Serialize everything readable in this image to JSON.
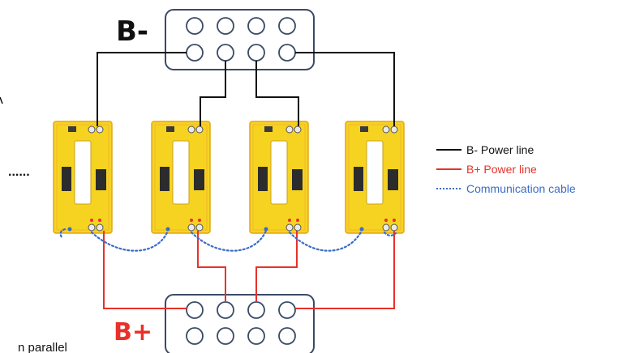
{
  "labels": {
    "b_minus": "B-",
    "b_plus": "B+",
    "ellipsis": "......",
    "caption_fragment": "n parallel"
  },
  "legend": [
    {
      "text": "B- Power line",
      "color": "#111111",
      "style": "solid"
    },
    {
      "text": "B+ Power line",
      "color": "#e8312a",
      "style": "solid"
    },
    {
      "text": "Communication cable",
      "color": "#3a6cc8",
      "style": "dotted"
    }
  ],
  "colors": {
    "b_minus_line": "#111111",
    "b_plus_line": "#e8312a",
    "comm_cable": "#3a6cc8",
    "busbar_border": "#3b4a66",
    "module_body": "#f6d321",
    "module_edge": "#e3a51a",
    "legend_comm_text": "#3a6cc8",
    "legend_plus_text": "#e8312a",
    "b_plus_label": "#e8312a"
  },
  "modules": [
    {
      "name": "battery-module-1"
    },
    {
      "name": "battery-module-2"
    },
    {
      "name": "battery-module-3"
    },
    {
      "name": "battery-module-4"
    }
  ]
}
